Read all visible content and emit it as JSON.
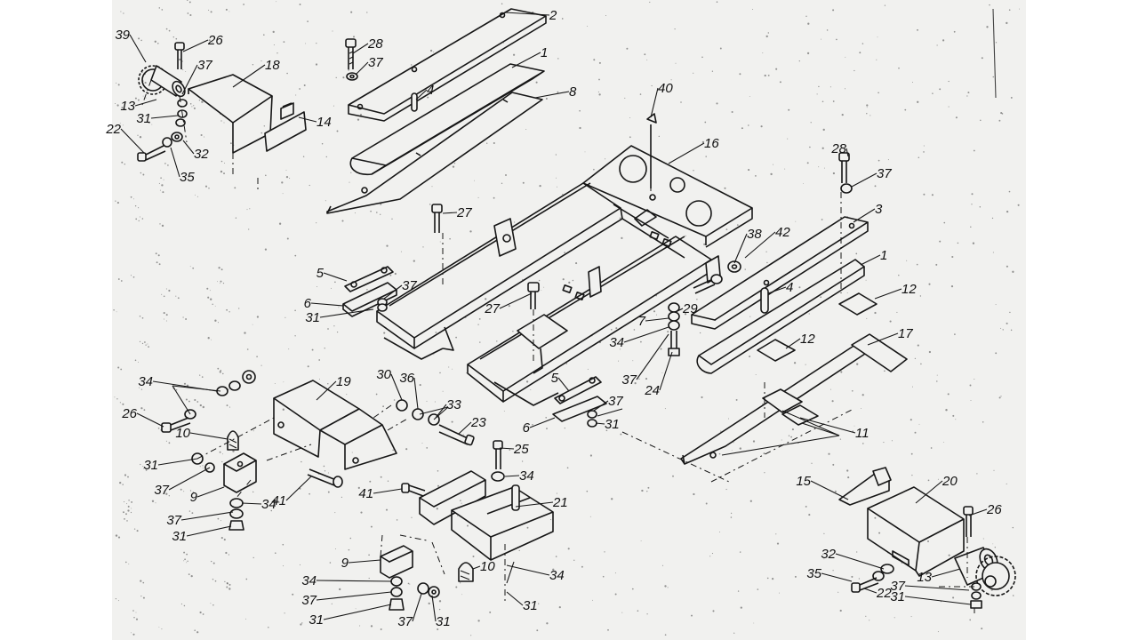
{
  "page": {
    "background": "#ffffff",
    "sheet_color": "#f1f1ef",
    "ink_color": "#161616"
  },
  "callouts": [
    {
      "id": "c2",
      "text": "2"
    },
    {
      "id": "c28a",
      "text": "28"
    },
    {
      "id": "c37a",
      "text": "37"
    },
    {
      "id": "c1a",
      "text": "1"
    },
    {
      "id": "c4a",
      "text": "4"
    },
    {
      "id": "c8",
      "text": "8"
    },
    {
      "id": "c39",
      "text": "39"
    },
    {
      "id": "c26a",
      "text": "26"
    },
    {
      "id": "c37b",
      "text": "37"
    },
    {
      "id": "c18",
      "text": "18"
    },
    {
      "id": "c13a",
      "text": "13"
    },
    {
      "id": "c31a",
      "text": "31"
    },
    {
      "id": "c14",
      "text": "14"
    },
    {
      "id": "c22a",
      "text": "22"
    },
    {
      "id": "c32a",
      "text": "32"
    },
    {
      "id": "c35a",
      "text": "35"
    },
    {
      "id": "c40",
      "text": "40"
    },
    {
      "id": "c16",
      "text": "16"
    },
    {
      "id": "c28b",
      "text": "28"
    },
    {
      "id": "c37c",
      "text": "37"
    },
    {
      "id": "c27a",
      "text": "27"
    },
    {
      "id": "c3",
      "text": "3"
    },
    {
      "id": "c38",
      "text": "38"
    },
    {
      "id": "c42",
      "text": "42"
    },
    {
      "id": "c1b",
      "text": "1"
    },
    {
      "id": "c5a",
      "text": "5"
    },
    {
      "id": "c37d",
      "text": "37"
    },
    {
      "id": "c6a",
      "text": "6"
    },
    {
      "id": "c31b",
      "text": "31"
    },
    {
      "id": "c27b",
      "text": "27"
    },
    {
      "id": "c4b",
      "text": "4"
    },
    {
      "id": "c12a",
      "text": "12"
    },
    {
      "id": "c29",
      "text": "29"
    },
    {
      "id": "c7",
      "text": "7"
    },
    {
      "id": "c34a",
      "text": "34"
    },
    {
      "id": "c37e",
      "text": "37"
    },
    {
      "id": "c24",
      "text": "24"
    },
    {
      "id": "c12b",
      "text": "12"
    },
    {
      "id": "c17",
      "text": "17"
    },
    {
      "id": "c37f",
      "text": "37"
    },
    {
      "id": "c31c",
      "text": "31"
    },
    {
      "id": "c34b",
      "text": "34"
    },
    {
      "id": "c19",
      "text": "19"
    },
    {
      "id": "c30",
      "text": "30"
    },
    {
      "id": "c36",
      "text": "36"
    },
    {
      "id": "c33",
      "text": "33"
    },
    {
      "id": "c23",
      "text": "23"
    },
    {
      "id": "c5b",
      "text": "5"
    },
    {
      "id": "c37g",
      "text": "37"
    },
    {
      "id": "c6b",
      "text": "6"
    },
    {
      "id": "c31d",
      "text": "31"
    },
    {
      "id": "c11",
      "text": "11"
    },
    {
      "id": "c26b",
      "text": "26"
    },
    {
      "id": "c10a",
      "text": "10"
    },
    {
      "id": "c31e",
      "text": "31"
    },
    {
      "id": "c37h",
      "text": "37"
    },
    {
      "id": "c9a",
      "text": "9"
    },
    {
      "id": "c41a",
      "text": "41"
    },
    {
      "id": "c34c",
      "text": "34"
    },
    {
      "id": "c37i",
      "text": "37"
    },
    {
      "id": "c31f",
      "text": "31"
    },
    {
      "id": "c25",
      "text": "25"
    },
    {
      "id": "c34d",
      "text": "34"
    },
    {
      "id": "c41b",
      "text": "41"
    },
    {
      "id": "c21",
      "text": "21"
    },
    {
      "id": "c15",
      "text": "15"
    },
    {
      "id": "c20",
      "text": "20"
    },
    {
      "id": "c26c",
      "text": "26"
    },
    {
      "id": "c9b",
      "text": "9"
    },
    {
      "id": "c10b",
      "text": "10"
    },
    {
      "id": "c34e",
      "text": "34"
    },
    {
      "id": "c34f",
      "text": "34"
    },
    {
      "id": "c37j",
      "text": "37"
    },
    {
      "id": "c31g",
      "text": "31"
    },
    {
      "id": "c37k",
      "text": "37"
    },
    {
      "id": "c31h",
      "text": "31"
    },
    {
      "id": "c31i",
      "text": "31"
    },
    {
      "id": "c32b",
      "text": "32"
    },
    {
      "id": "c35b",
      "text": "35"
    },
    {
      "id": "c22b",
      "text": "22"
    },
    {
      "id": "c37l",
      "text": "37"
    },
    {
      "id": "c13b",
      "text": "13"
    },
    {
      "id": "c31j",
      "text": "31"
    }
  ]
}
